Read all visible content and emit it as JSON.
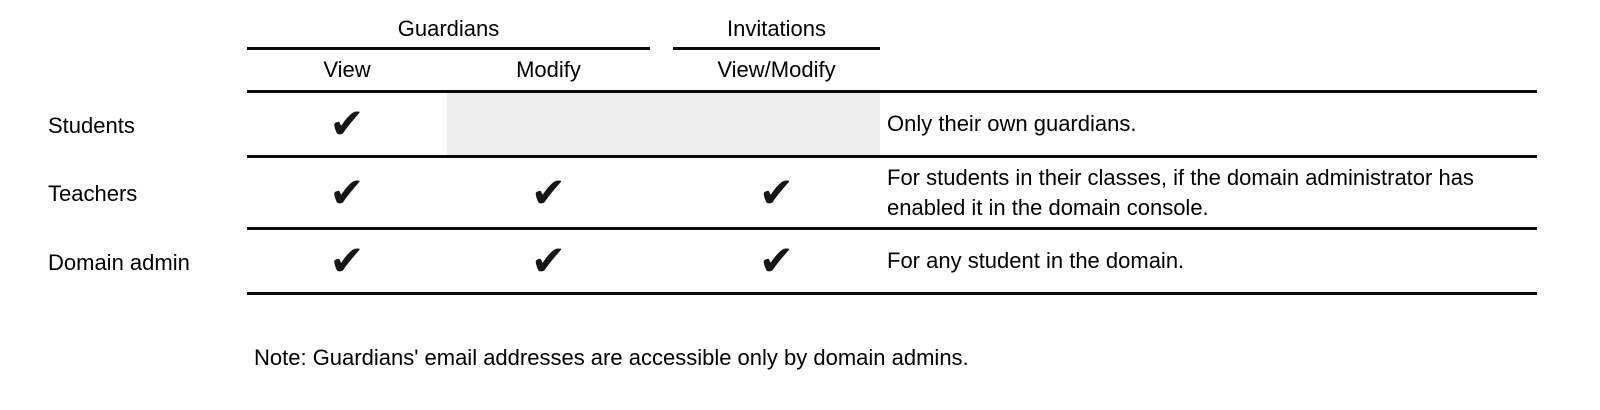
{
  "table": {
    "column_groups": [
      {
        "label": "Guardians"
      },
      {
        "label": "Invitations"
      }
    ],
    "columns": {
      "view": "View",
      "modify": "Modify",
      "view_modify": "View/Modify"
    },
    "rows": [
      {
        "label": "Students",
        "permissions": {
          "guardians_view": true,
          "guardians_modify": false,
          "invitations_view_modify": false
        },
        "note": "Only their own guardians."
      },
      {
        "label": "Teachers",
        "permissions": {
          "guardians_view": true,
          "guardians_modify": true,
          "invitations_view_modify": true
        },
        "note": "For students in their classes, if the domain administrator has enabled it in the domain console."
      },
      {
        "label": "Domain admin",
        "permissions": {
          "guardians_view": true,
          "guardians_modify": true,
          "invitations_view_modify": true
        },
        "note": "For any student in the domain."
      }
    ]
  },
  "icons": {
    "check": "✔"
  },
  "footnote": "Note: Guardians' email addresses are accessible only by domain admins.",
  "colors": {
    "text": "#000000",
    "rule": "#0a0a0a",
    "disabled_cell": "#ededed",
    "background": "#ffffff"
  }
}
